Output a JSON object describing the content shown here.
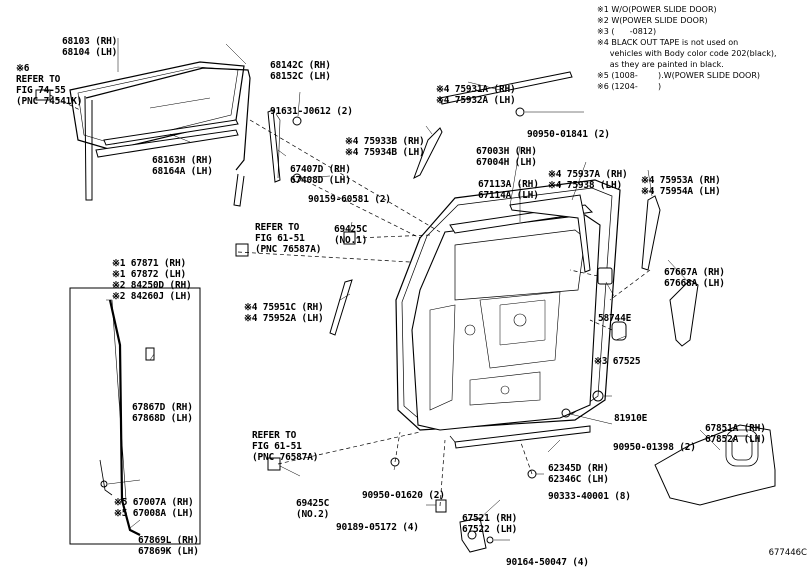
{
  "diagram_id": "677446C",
  "notes": [
    "※1 W/O(POWER SLIDE DOOR)",
    "※2 W(POWER SLIDE DOOR)",
    "※3 (      -0812)",
    "※4 BLACK OUT TAPE is not used on",
    "     vehicles with Body color code 202(black),",
    "     as they are painted in black.",
    "※5 (1008-        ).W(POWER SLIDE DOOR)",
    "※6 (1204-        )"
  ],
  "labels": {
    "p68103": [
      "68103 (RH)",
      "68104 (LH)"
    ],
    "ref74": [
      "※6",
      "REFER TO",
      "FIG 74-55",
      "(PNC 74541K)"
    ],
    "p68142": [
      "68142C (RH)",
      "68152C (LH)"
    ],
    "p91631": [
      "91631-J0612 (2)"
    ],
    "p75931": [
      "※4 75931A (RH)",
      "※4 75932A (LH)"
    ],
    "p75933": [
      "※4 75933B (RH)",
      "※4 75934B (LH)"
    ],
    "p90950a": [
      "90950-01841 (2)"
    ],
    "p67003": [
      "67003H (RH)",
      "67004H (LH)"
    ],
    "p68163": [
      "68163H (RH)",
      "68164A (LH)"
    ],
    "p67407": [
      "67407D (RH)",
      "67408D (LH)"
    ],
    "p90159": [
      "90159-60581 (2)"
    ],
    "p67113": [
      "67113A (RH)",
      "67114A (LH)"
    ],
    "p75937": [
      "※4 75937A (RH)",
      "※4 75938 (LH)"
    ],
    "p75953": [
      "※4 75953A (RH)",
      "※4 75954A (LH)"
    ],
    "ref61a": [
      "REFER TO",
      "FIG 61-51",
      "(PNC 76587A)"
    ],
    "p69425a": [
      "69425C",
      "(NO.1)"
    ],
    "p67871": [
      "※1 67871 (RH)",
      "※1 67872 (LH)",
      "※2 84250D (RH)",
      "※2 84260J (LH)"
    ],
    "p67667": [
      "67667A (RH)",
      "67668A (LH)"
    ],
    "p75951": [
      "※4 75951C (RH)",
      "※4 75952A (LH)"
    ],
    "p58744": [
      "58744E"
    ],
    "p67525": [
      "※3 67525"
    ],
    "p67867": [
      "67867D (RH)",
      "67868D (LH)"
    ],
    "p81910": [
      "81910E"
    ],
    "p90950b": [
      "90950-01398 (2)"
    ],
    "ref61b": [
      "REFER TO",
      "FIG 61-51",
      "(PNC 76587A)"
    ],
    "p67851": [
      "67851A (RH)",
      "67852A (LH)"
    ],
    "p62345": [
      "62345D (RH)",
      "62346C (LH)"
    ],
    "p69425b": [
      "69425C",
      "(NO.2)"
    ],
    "p90950c": [
      "90950-01620 (2)"
    ],
    "p90333": [
      "90333-40001 (8)"
    ],
    "p67007": [
      "※5 67007A (RH)",
      "※5 67008A (LH)"
    ],
    "p90189": [
      "90189-05172 (4)"
    ],
    "p67521": [
      "67521 (RH)",
      "67522 (LH)"
    ],
    "p67869": [
      "67869L (RH)",
      "67869K (LH)"
    ],
    "p90164": [
      "90164-50047 (4)"
    ]
  }
}
